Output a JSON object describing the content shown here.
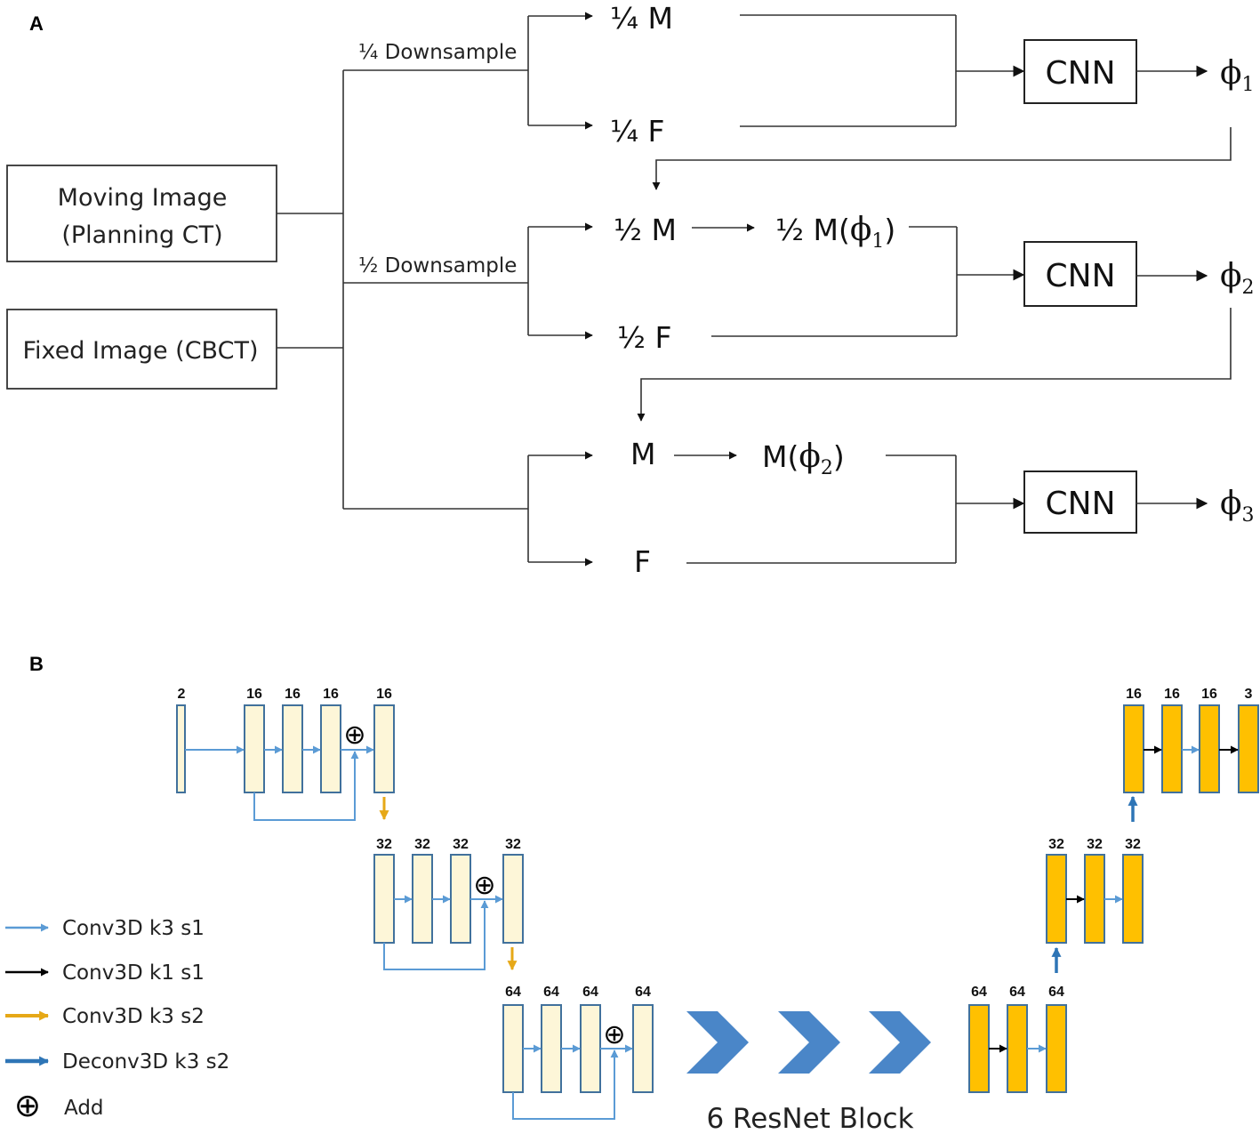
{
  "panel_a": {
    "letter": "A",
    "moving_image": [
      "Moving Image",
      "(Planning CT)"
    ],
    "fixed_image": "Fixed Image (CBCT)",
    "quarter_downsample": "¼ Downsample",
    "half_downsample": "½ Downsample",
    "row1": {
      "m": "¼ M",
      "f": "¼ F"
    },
    "row2": {
      "m": "½ M",
      "warped_prefix": "½ M(",
      "warped_suffix": ")",
      "f": "½ F"
    },
    "row3": {
      "m": "M",
      "warped_prefix": "M(",
      "warped_suffix": ")",
      "f": "F"
    },
    "cnn": "CNN",
    "phi": "ϕ",
    "phi_subs": [
      "1",
      "2",
      "3"
    ]
  },
  "panel_b": {
    "letter": "B",
    "channels": {
      "level1_enc": [
        "2",
        "16",
        "16",
        "16",
        "16"
      ],
      "level2_enc": [
        "32",
        "32",
        "32",
        "32"
      ],
      "level3_enc": [
        "64",
        "64",
        "64",
        "64"
      ],
      "level3_dec": [
        "64",
        "64",
        "64"
      ],
      "level2_dec": [
        "32",
        "32",
        "32"
      ],
      "level1_dec": [
        "16",
        "16",
        "16",
        "3"
      ]
    },
    "resnet_label": "6 ResNet Block",
    "legend": [
      {
        "label": "Conv3D k3 s1",
        "color": "#5b9bd5"
      },
      {
        "label": "Conv3D k1 s1",
        "color": "#000000"
      },
      {
        "label": "Conv3D k3 s2",
        "color": "#e6a817"
      },
      {
        "label": "Deconv3D k3 s2",
        "color": "#2e75b6"
      },
      {
        "label": "Add",
        "symbol": "⊕"
      }
    ],
    "colors": {
      "encoder_fill": "#fdf6d8",
      "decoder_fill": "#ffc000",
      "block_border": "#41719c",
      "conv_k3s1": "#5b9bd5",
      "conv_k1s1": "#000000",
      "conv_k3s2": "#e6a817",
      "deconv": "#2e75b6",
      "resnet": "#4a86c8"
    }
  }
}
